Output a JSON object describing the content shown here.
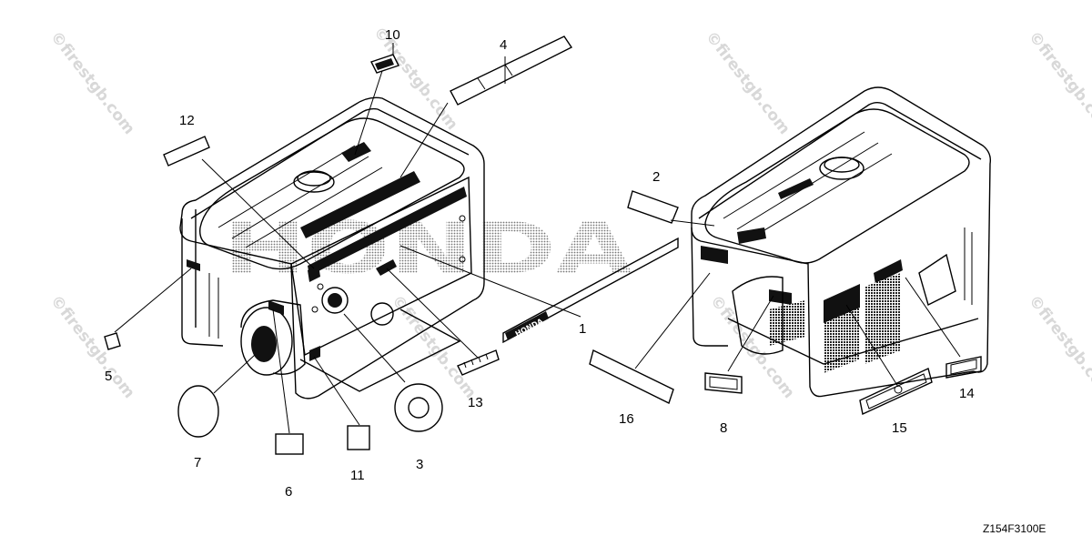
{
  "diagram_code": "Z154F3100E",
  "brand_mark": "HONDA",
  "decal_text": "HONDA",
  "watermark": "©firestgb.com",
  "callouts": [
    "1",
    "2",
    "3",
    "4",
    "5",
    "6",
    "7",
    "8",
    "10",
    "11",
    "12",
    "13",
    "14",
    "15",
    "16"
  ]
}
